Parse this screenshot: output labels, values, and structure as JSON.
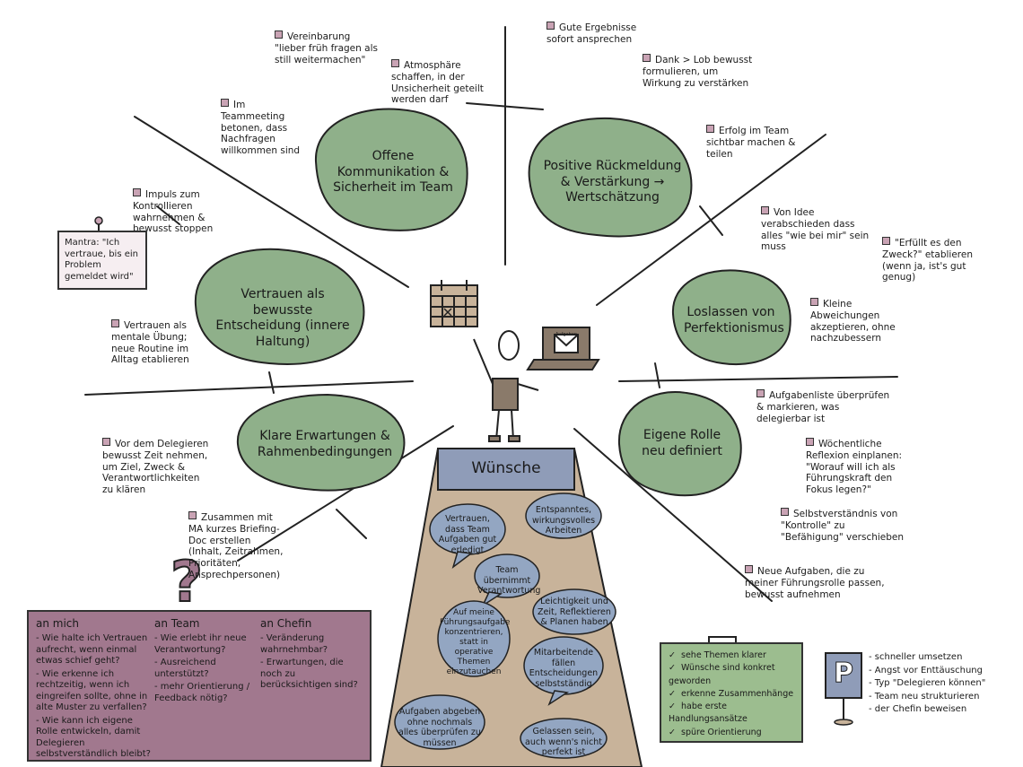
{
  "center": {
    "calendar_icon": "calendar-icon",
    "laptop_icon": "laptop-icon",
    "laptop_screen_label": "Aufgaben",
    "person_icon": "stick-figure-person"
  },
  "sections": [
    {
      "id": "offene",
      "title": "Offene Kommunikation & Sicherheit im Team"
    },
    {
      "id": "positive",
      "title": "Positive Rückmeldung & Verstärkung → Wertschätzung"
    },
    {
      "id": "loslassen",
      "title": "Loslassen von Perfektionismus"
    },
    {
      "id": "eigene",
      "title": "Eigene Rolle neu definiert"
    },
    {
      "id": "klare",
      "title": "Klare Erwartungen & Rahmenbedingungen"
    },
    {
      "id": "vertrauen",
      "title": "Vertrauen als bewusste Entscheidung (innere Haltung)"
    }
  ],
  "notes": {
    "vereinbarung": "Vereinbarung \"lieber früh fragen als still weitermachen\"",
    "atmosphaere": "Atmosphäre schaffen, in der Unsicherheit geteilt werden darf",
    "teammeeting": "Im Teammeeting betonen, dass Nachfragen willkommen sind",
    "gute_ergebnisse": "Gute Ergebnisse sofort ansprechen",
    "dank_lob": "Dank > Lob bewusst formulieren, um Wirkung zu verstärken",
    "erfolg": "Erfolg im Team sichtbar machen & teilen",
    "idee": "Von Idee verabschieden dass alles \"wie bei mir\" sein muss",
    "erfuellt": "\"Erfüllt es den Zweck?\" etablieren (wenn ja, ist's gut genug)",
    "kleine": "Kleine Abweichungen akzeptieren, ohne nachzubessern",
    "aufgabenliste": "Aufgabenliste überprüfen & markieren, was delegierbar ist",
    "woechentliche": "Wöchentliche Reflexion einplanen: \"Worauf will ich als Führungskraft den Fokus legen?\"",
    "selbstverstaendnis": "Selbstverständnis von \"Kontrolle\" zu \"Befähigung\" verschieben",
    "neue_aufgaben": "Neue Aufgaben, die zu meiner Führungsrolle passen, bewusst aufnehmen",
    "impuls": "Impuls zum Kontrollieren wahrnehmen & bewusst stoppen",
    "mantra": "Mantra: \"Ich vertraue, bis ein Problem gemeldet wird\"",
    "vertrauen_uebung": "Vertrauen als mentale Übung; neue Routine im Alltag etablieren",
    "vor_delegieren": "Vor dem Delegieren bewusst Zeit nehmen, um Ziel, Zweck & Verantwortlichkeiten zu klären",
    "zusammen_ma": "Zusammen mit MA kurzes Briefing-Doc erstellen (Inhalt, Zeitrahmen, Prioritäten, Ansprechpersonen)"
  },
  "wishes": {
    "title": "Wünsche",
    "bubbles": [
      "Vertrauen, dass Team Aufgaben gut erledigt",
      "Entspanntes, wirkungsvolles Arbeiten",
      "Team übernimmt Verantwortung",
      "Auf meine Führungsaufgabe konzentrieren, statt in operative Themen einzutauchen",
      "Leichtigkeit und Zeit, Reflektieren & Planen haben",
      "Mitarbeitende fällen Entscheidungen selbstständig",
      "Aufgaben abgeben ohne nochmals alles überprüfen zu müssen",
      "Gelassen sein, auch wenn's nicht perfekt ist"
    ]
  },
  "questions": {
    "icon": "question-mark-icon",
    "columns": [
      {
        "heading": "an mich",
        "items": [
          "- Wie halte ich Vertrauen aufrecht, wenn einmal etwas schief geht?",
          "- Wie erkenne ich rechtzeitig, wenn ich eingreifen sollte, ohne in alte Muster zu verfallen?",
          "- Wie kann ich eigene Rolle entwickeln, damit Delegieren selbstverständlich bleibt?"
        ]
      },
      {
        "heading": "an Team",
        "items": [
          "- Wie erlebt ihr neue Verantwortung?",
          "- Ausreichend unterstützt?",
          "- mehr Orientierung / Feedback nötig?"
        ]
      },
      {
        "heading": "an Chefin",
        "items": [
          "- Veränderung wahrnehmbar?",
          "- Erwartungen, die noch zu berücksichtigen sind?"
        ]
      }
    ]
  },
  "checklist": {
    "items": [
      "sehe Themen klarer",
      "Wünsche sind konkret geworden",
      "erkenne Zusammenhänge",
      "habe erste Handlungsansätze",
      "spüre Orientierung"
    ]
  },
  "parking": {
    "sign_letter": "P",
    "items": [
      "- schneller umsetzen",
      "- Angst vor Enttäuschung",
      "- Typ \"Delegieren können\"",
      "- Team neu strukturieren",
      "- der Chefin beweisen"
    ]
  },
  "colors": {
    "green": "#8fb08a",
    "mauve": "#a1788e",
    "road": "#c8b39a",
    "wish_header": "#8f9cb8",
    "bubble": "#93a6c2"
  }
}
